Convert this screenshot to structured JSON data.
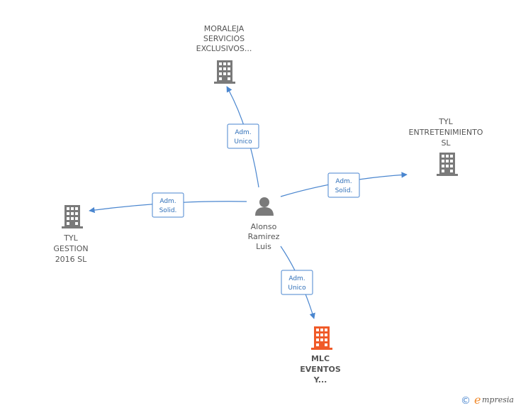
{
  "center": {
    "name_lines": [
      "Alonso",
      "Ramirez",
      "Luis"
    ],
    "icon": "person-icon"
  },
  "companies": [
    {
      "id": "moraleja",
      "name_lines": [
        "MORALEJA",
        "SERVICIOS",
        "EXCLUSIVOS..."
      ],
      "icon": "building-icon",
      "color": "#7a7a7a",
      "role_lines": [
        "Adm.",
        "Unico"
      ]
    },
    {
      "id": "tyl-entretenimiento",
      "name_lines": [
        "TYL",
        "ENTRETENIMIENTO",
        "SL"
      ],
      "icon": "building-icon",
      "color": "#7a7a7a",
      "role_lines": [
        "Adm.",
        "Solid."
      ]
    },
    {
      "id": "tyl-gestion",
      "name_lines": [
        "TYL",
        "GESTION",
        "2016  SL"
      ],
      "icon": "building-icon",
      "color": "#7a7a7a",
      "role_lines": [
        "Adm.",
        "Solid."
      ]
    },
    {
      "id": "mlc-eventos",
      "name_lines": [
        "MLC",
        "EVENTOS",
        "Y..."
      ],
      "icon": "building-icon",
      "color": "#f05a28",
      "role_lines": [
        "Adm.",
        "Unico"
      ]
    }
  ],
  "branding": {
    "copyright_symbol": "©",
    "brand_initial": "e",
    "brand_rest": "mpresia"
  },
  "colors": {
    "edge": "#4a86cf",
    "person": "#7a7a7a",
    "label": "#555555"
  }
}
